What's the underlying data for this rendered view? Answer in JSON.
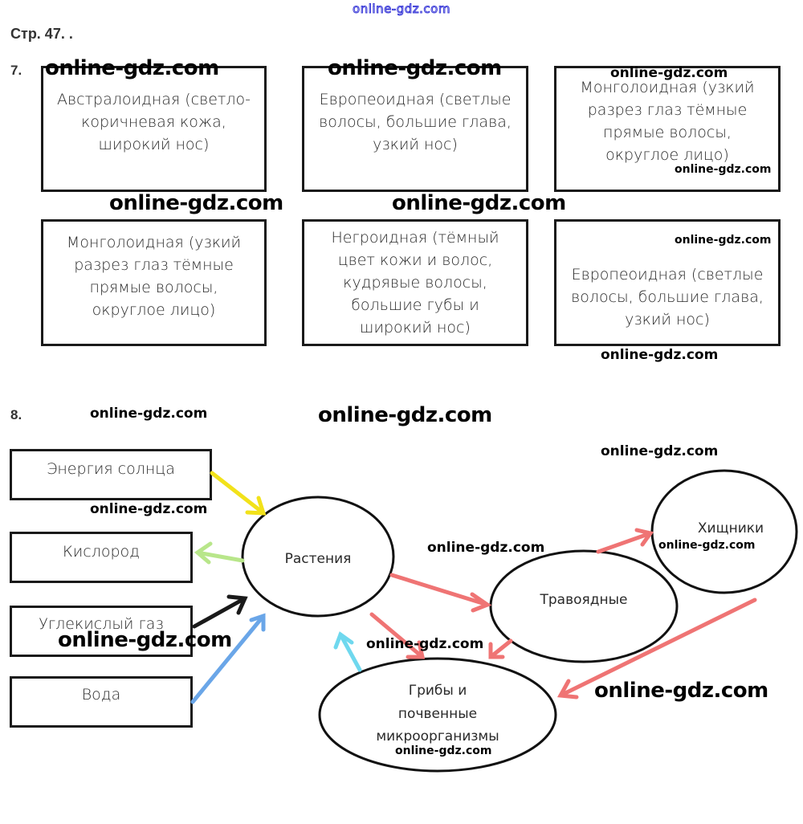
{
  "header": {
    "top_watermark": "online-gdz.com",
    "page_label": "Стр. 47. ."
  },
  "task7": {
    "number": "7.",
    "boxes": [
      {
        "text": "Австралоидная (светло-\nкоричневая кожа,\nширокий нос)"
      },
      {
        "text": "Европеоидная (светлые\nволосы, большие глава,\nузкий нос)"
      },
      {
        "text": "Монголоидная (узкий\nразрез глаз тёмные\nпрямые волосы,\nокруглое лицо)"
      },
      {
        "text": "Монголоидная (узкий\nразрез глаз тёмные\nпрямые волосы,\nокруглое лицо)"
      },
      {
        "text": "Негроидная (тёмный\nцвет кожи и волос,\nкудрявые волосы,\nбольшие губы и\nширокий нос)"
      },
      {
        "text": "Европеоидная (светлые\nволосы, большие глава,\nузкий нос)"
      }
    ]
  },
  "task8": {
    "number": "8.",
    "sources": [
      {
        "label": "Энергия солнца"
      },
      {
        "label": "Кислород"
      },
      {
        "label": "Углекислый газ"
      },
      {
        "label": "Вода"
      }
    ],
    "nodes": {
      "plants": "Растения",
      "herbivores": "Травоядные",
      "predators": "Хищники",
      "decomposers_line1": "Грибы и",
      "decomposers_line2": "почвенные",
      "decomposers_line3": "микроорганизмы"
    },
    "arrow_colors": {
      "sun": "#f2e21a",
      "oxygen": "#b8e68a",
      "co2": "#1a1a1a",
      "water": "#6aa6e8",
      "food_chain": "#ef7474",
      "decomposer_return": "#6fd8ee"
    }
  },
  "watermarks": {
    "text": "online-gdz.com"
  }
}
